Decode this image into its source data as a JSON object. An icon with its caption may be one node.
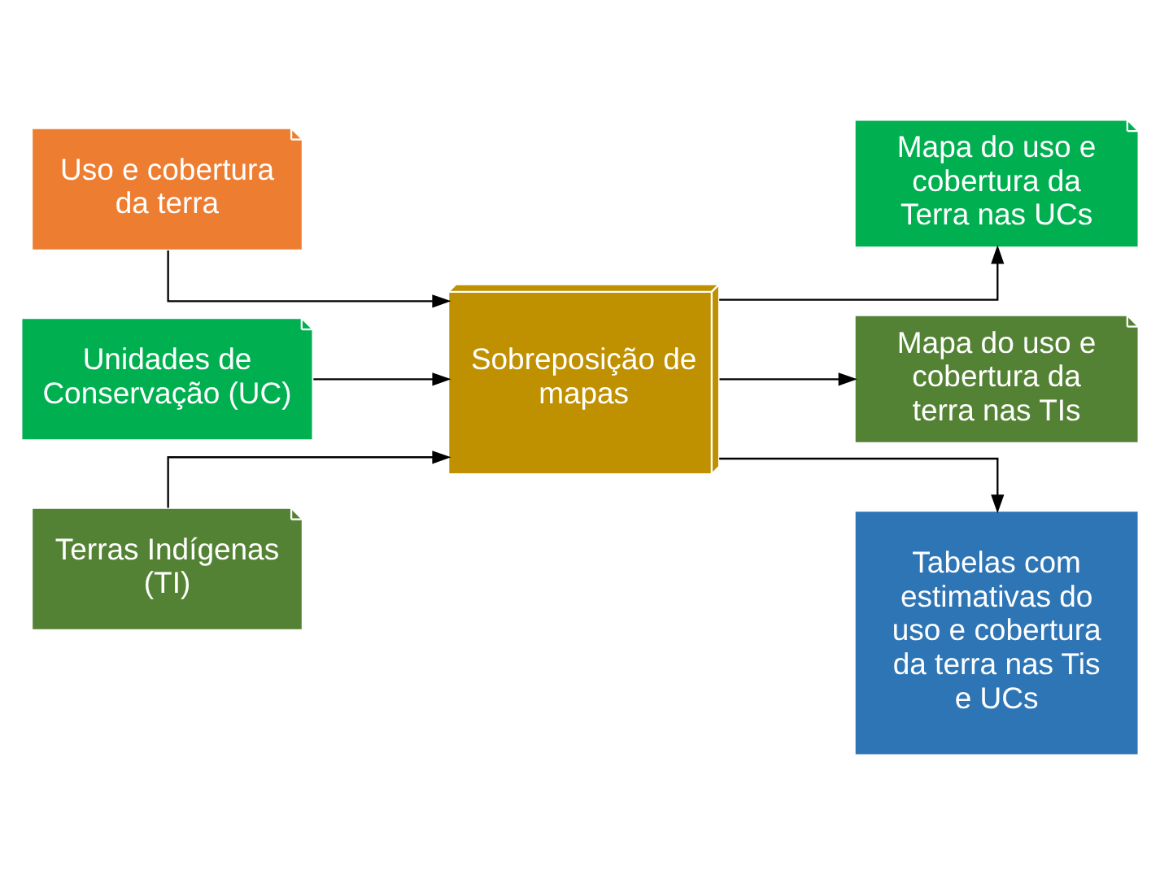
{
  "diagram": {
    "nodes": [
      {
        "text": [
          "Uso e cobertura da terra"
        ]
      },
      {
        "text": [
          "Unidades de Conservação (UC)"
        ]
      },
      {
        "text": [
          "Terras Indígenas (TI)"
        ]
      },
      {
        "text": [
          "Sobreposição de mapas"
        ]
      },
      {
        "text": [
          "Mapa do uso e cobertura da Terra nas UCs"
        ]
      },
      {
        "text": [
          "Mapa do uso e cobertura da terra nas TIs"
        ]
      },
      {
        "text": [
          "Tabelas com estimativas do uso e cobertura da terra nas Tis e UCs"
        ]
      }
    ],
    "edges": [
      {
        "from": 0,
        "to": 3,
        "arrow": "to"
      },
      {
        "from": 1,
        "to": 3,
        "arrow": "to"
      },
      {
        "from": 2,
        "to": 3,
        "arrow": "to"
      },
      {
        "from": 3,
        "to": 4,
        "arrow": "to"
      },
      {
        "from": 3,
        "to": 5,
        "arrow": "to"
      },
      {
        "from": 3,
        "to": 6,
        "arrow": "to"
      }
    ]
  }
}
